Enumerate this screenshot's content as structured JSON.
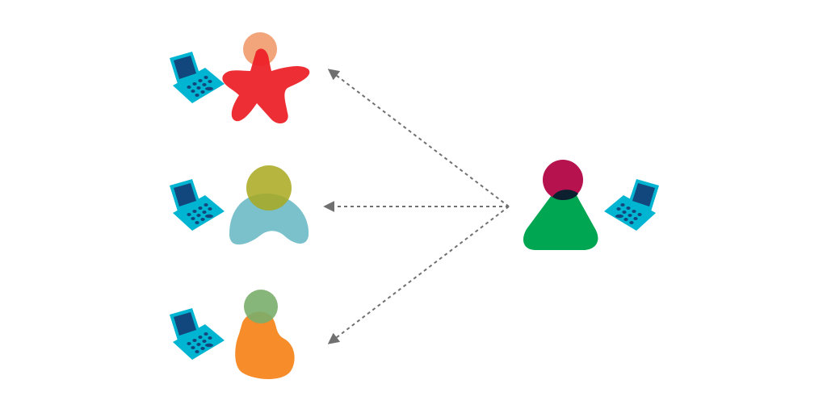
{
  "diagram": {
    "hub": {
      "figure": "triangle-person",
      "head_color": "#b5124e",
      "body_color": "#00a651",
      "overlap_color": "#0d2030",
      "device": "laptop-icon"
    },
    "recipients": [
      {
        "figure": "star-person",
        "head_color": "#f2a47a",
        "body_color": "#ed1c24",
        "device": "laptop-icon"
      },
      {
        "figure": "arch-person",
        "head_color": "#a8a81e",
        "body_color": "#6fbcc8",
        "device": "laptop-icon"
      },
      {
        "figure": "blob-person",
        "head_color": "#7aae6b",
        "body_color": "#f7861f",
        "device": "laptop-icon"
      }
    ],
    "connector_style": "dashed-arrow",
    "connector_color": "#707070",
    "laptop_colors": {
      "shell": "#00b5d1",
      "screen": "#12477d",
      "keys": "#12477d"
    }
  }
}
